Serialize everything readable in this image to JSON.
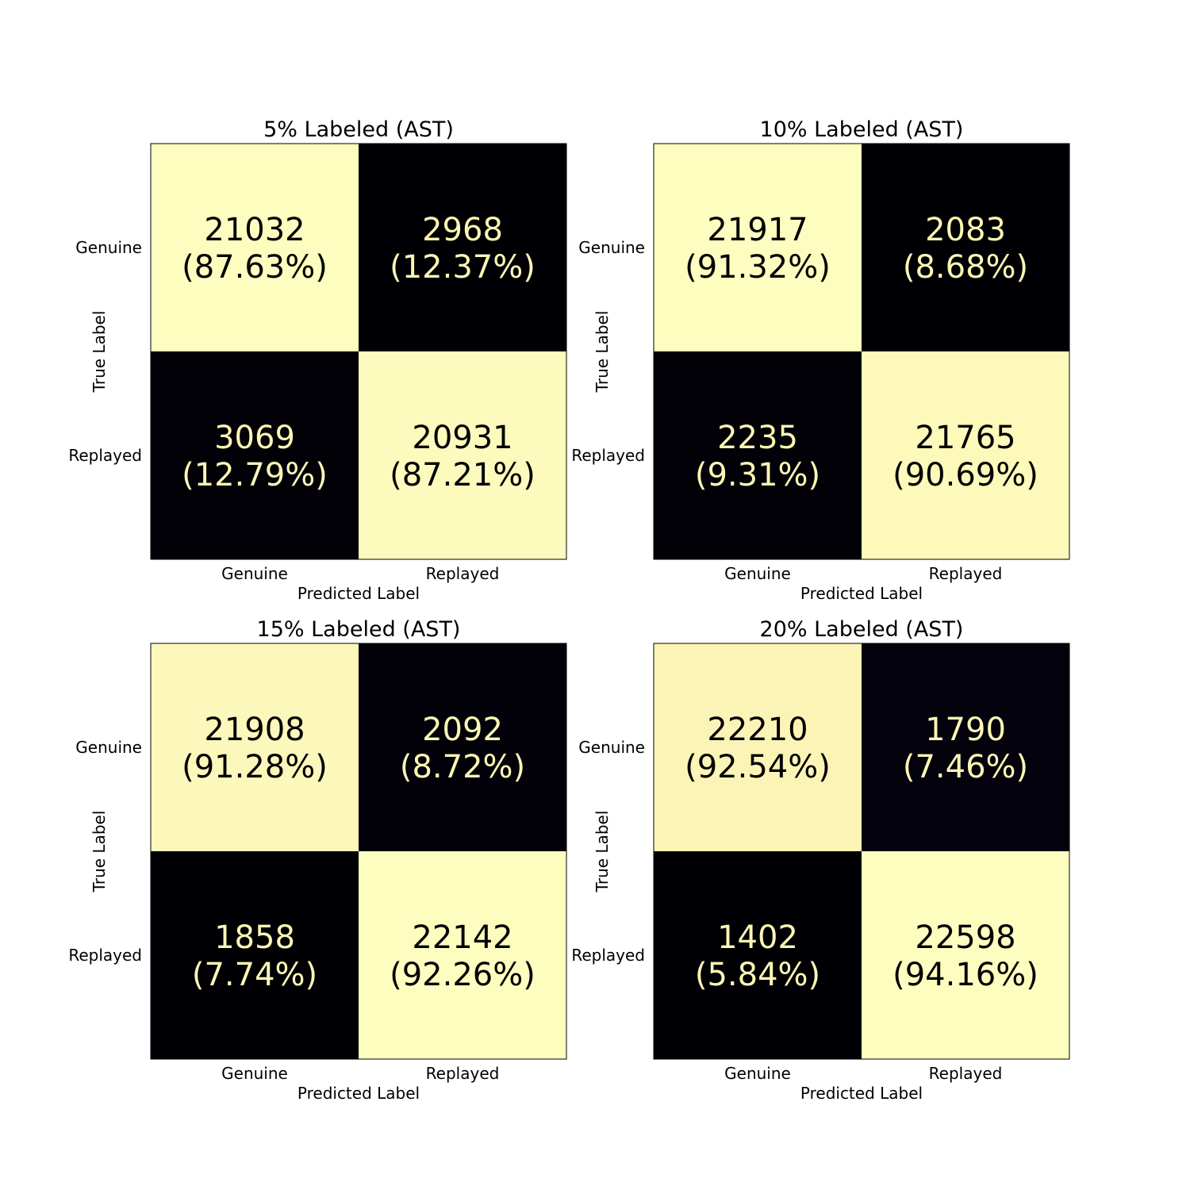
{
  "chart_data": [
    {
      "type": "heatmap",
      "title": "5% Labeled (AST)",
      "xlabel": "Predicted Label",
      "ylabel": "True Label",
      "x_categories": [
        "Genuine",
        "Replayed"
      ],
      "y_categories": [
        "Genuine",
        "Replayed"
      ],
      "matrix": [
        [
          21032,
          2968
        ],
        [
          3069,
          20931
        ]
      ],
      "percent_labels": [
        [
          "(87.63%)",
          "(12.37%)"
        ],
        [
          "(12.79%)",
          "(87.21%)"
        ]
      ],
      "colormap": "magma"
    },
    {
      "type": "heatmap",
      "title": "10% Labeled (AST)",
      "xlabel": "Predicted Label",
      "ylabel": "True Label",
      "x_categories": [
        "Genuine",
        "Replayed"
      ],
      "y_categories": [
        "Genuine",
        "Replayed"
      ],
      "matrix": [
        [
          21917,
          2083
        ],
        [
          2235,
          21765
        ]
      ],
      "percent_labels": [
        [
          "(91.32%)",
          "(8.68%)"
        ],
        [
          "(9.31%)",
          "(90.69%)"
        ]
      ],
      "colormap": "magma"
    },
    {
      "type": "heatmap",
      "title": "15% Labeled (AST)",
      "xlabel": "Predicted Label",
      "ylabel": "True Label",
      "x_categories": [
        "Genuine",
        "Replayed"
      ],
      "y_categories": [
        "Genuine",
        "Replayed"
      ],
      "matrix": [
        [
          21908,
          2092
        ],
        [
          1858,
          22142
        ]
      ],
      "percent_labels": [
        [
          "(91.28%)",
          "(8.72%)"
        ],
        [
          "(7.74%)",
          "(92.26%)"
        ]
      ],
      "colormap": "magma"
    },
    {
      "type": "heatmap",
      "title": "20% Labeled (AST)",
      "xlabel": "Predicted Label",
      "ylabel": "True Label",
      "x_categories": [
        "Genuine",
        "Replayed"
      ],
      "y_categories": [
        "Genuine",
        "Replayed"
      ],
      "matrix": [
        [
          22210,
          1790
        ],
        [
          1402,
          22598
        ]
      ],
      "percent_labels": [
        [
          "(92.54%)",
          "(7.46%)"
        ],
        [
          "(5.84%)",
          "(94.16%)"
        ]
      ],
      "colormap": "magma"
    }
  ]
}
